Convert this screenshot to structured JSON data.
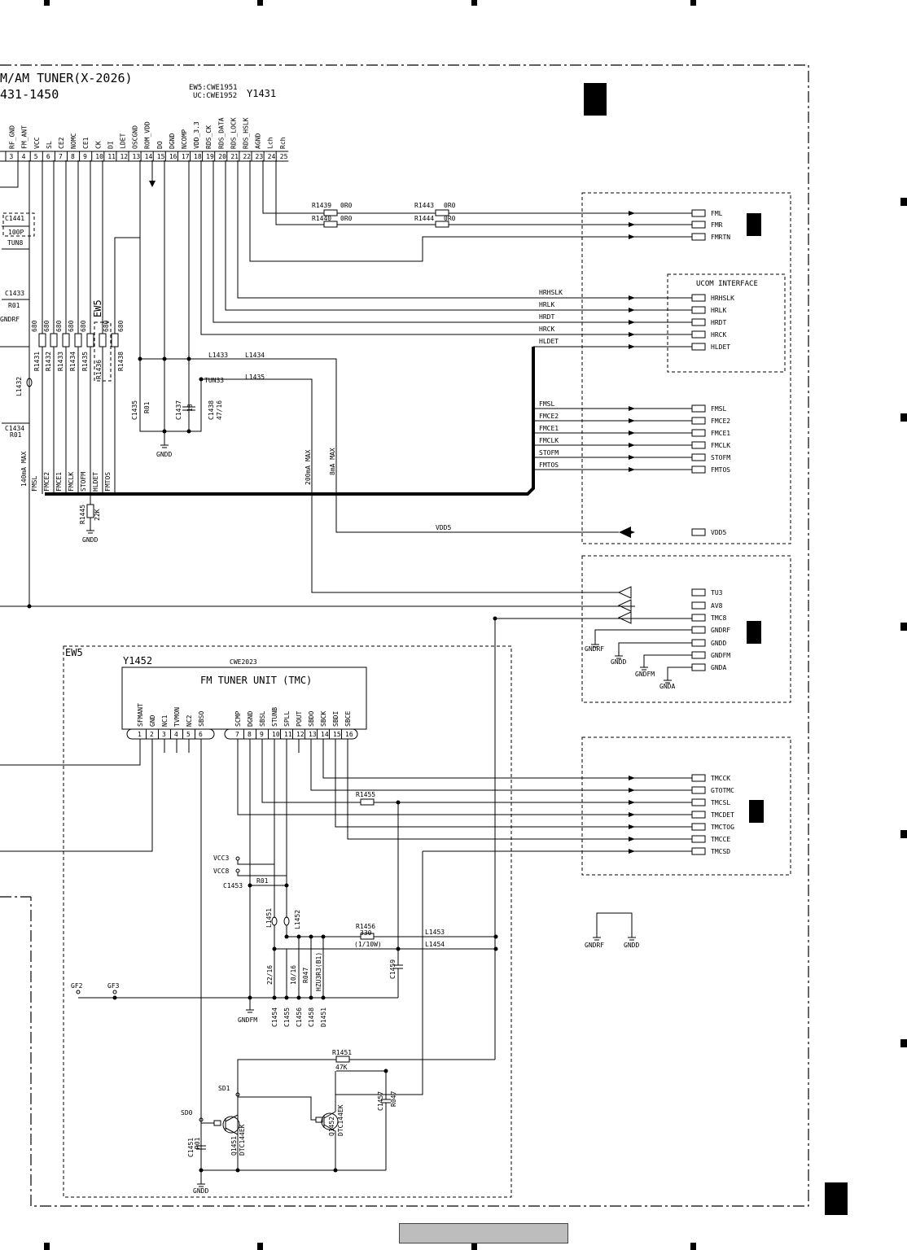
{
  "title": {
    "block": "M/AM TUNER(X-2026)",
    "range": "431-1450",
    "ew5": "EW5:CWE1951",
    "uc": "UC:CWE1952",
    "ref": "Y1431"
  },
  "tuner_pins": [
    {
      "num": "3",
      "name": "RF_GND"
    },
    {
      "num": "4",
      "name": "FM_ANT"
    },
    {
      "num": "5",
      "name": "VCC"
    },
    {
      "num": "6",
      "name": "SL"
    },
    {
      "num": "7",
      "name": "CE2"
    },
    {
      "num": "8",
      "name": "NOMC"
    },
    {
      "num": "9",
      "name": "CE1"
    },
    {
      "num": "10",
      "name": "CK"
    },
    {
      "num": "11",
      "name": "DI"
    },
    {
      "num": "12",
      "name": "LDET"
    },
    {
      "num": "13",
      "name": "OSCGND"
    },
    {
      "num": "14",
      "name": "ROM_VDD"
    },
    {
      "num": "15",
      "name": "DO"
    },
    {
      "num": "16",
      "name": "DGND"
    },
    {
      "num": "17",
      "name": "NCOMP"
    },
    {
      "num": "18",
      "name": "VDD_3.3"
    },
    {
      "num": "19",
      "name": "RDS_CK"
    },
    {
      "num": "20",
      "name": "RDS_DATA"
    },
    {
      "num": "21",
      "name": "RDS_LOCK"
    },
    {
      "num": "22",
      "name": "RDS_HSLK"
    },
    {
      "num": "23",
      "name": "AGND"
    },
    {
      "num": "24",
      "name": "Lch"
    },
    {
      "num": "25",
      "name": "Rch"
    }
  ],
  "components": {
    "r1439": "R1439",
    "r1439v": "0R0",
    "r1440": "R1440",
    "r1440v": "0R0",
    "r1443": "R1443",
    "r1443v": "0R0",
    "r1444": "R1444",
    "r1444v": "0R0",
    "c1441": "C1441",
    "c1441v": "100P",
    "tun8": "TUN8",
    "c1433": "C1433",
    "c1433v": "R01",
    "gndrf": "GNDRF",
    "r680": "680",
    "ew5": "EW5",
    "r1431": "R1431",
    "r1432": "R1432",
    "r1433": "R1433",
    "r1434": "R1434",
    "r1435": "R1435",
    "r1436": "R1436",
    "r1438": "R1438",
    "l1432": "L1432",
    "c1434": "C1434",
    "c1434v": "R01",
    "l1433": "L1433",
    "l1434": "L1434",
    "l1435": "L1435",
    "tun33": "TUN33",
    "c1435": "C1435",
    "c1435v": "R01",
    "c1437": "C1437",
    "c1437v": "10",
    "c1438": "C1438",
    "c1438v": "47/16",
    "gndd": "GNDD",
    "i200": "200mA MAX",
    "i8": "8mA MAX",
    "i140": "140mA MAX",
    "r1445": "R1445",
    "r1445v": "22K"
  },
  "left_bus": [
    "FMSL",
    "FMCE2",
    "FMCE1",
    "FMCLK",
    "STOFM",
    "HLDET",
    "FMTOS"
  ],
  "nets": {
    "hrhslk": "HRHSLK",
    "hrlk": "HRLK",
    "hrdt": "HRDT",
    "hrck": "HRCK",
    "hldet": "HLDET",
    "fmsl": "FMSL",
    "fmce2": "FMCE2",
    "fmce1": "FMCE1",
    "fmclk": "FMCLK",
    "stofm": "STOFM",
    "fmtos": "FMTOS",
    "vdd5": "VDD5"
  },
  "connector1": {
    "pins": [
      "FML",
      "FMR",
      "FMRTN"
    ]
  },
  "ucom": {
    "title": "UCOM INTERFACE",
    "pins": [
      "HRHSLK",
      "HRLK",
      "HRDT",
      "HRCK",
      "HLDET"
    ]
  },
  "connector1b": {
    "pins": [
      "FMSL",
      "FMCE2",
      "FMCE1",
      "FMCLK",
      "STOFM",
      "FMTOS",
      "VDD5"
    ]
  },
  "connector2": {
    "pins": [
      "TU3",
      "AV8",
      "TMC8",
      "GNDRF",
      "GNDD",
      "GNDFM",
      "GNDA"
    ],
    "grounds": [
      "GNDRF",
      "GNDD",
      "GNDFM",
      "GNDA"
    ]
  },
  "connector3": {
    "pins": [
      "TMCCK",
      "GTOTMC",
      "TMCSL",
      "TMCDET",
      "TMCTOG",
      "TMCCE",
      "TMCSD"
    ]
  },
  "standalone_grounds": [
    "GNDRF",
    "GNDD"
  ],
  "tmc": {
    "frame": "EW5",
    "ref": "Y1452",
    "part": "CWE2023",
    "title": "FM TUNER UNIT (TMC)",
    "pins": [
      {
        "num": "1",
        "name": "SFMANT"
      },
      {
        "num": "2",
        "name": "GND"
      },
      {
        "num": "3",
        "name": "NC1"
      },
      {
        "num": "4",
        "name": "TVMON"
      },
      {
        "num": "5",
        "name": "NC2"
      },
      {
        "num": "6",
        "name": "SBSO"
      },
      {
        "num": "7",
        "name": "SCMP"
      },
      {
        "num": "8",
        "name": "DGND"
      },
      {
        "num": "9",
        "name": "SBSL"
      },
      {
        "num": "10",
        "name": "STUNB"
      },
      {
        "num": "11",
        "name": "SPLL"
      },
      {
        "num": "12",
        "name": "POUT"
      },
      {
        "num": "13",
        "name": "SBDO"
      },
      {
        "num": "14",
        "name": "SBCK"
      },
      {
        "num": "15",
        "name": "SBDI"
      },
      {
        "num": "16",
        "name": "SBCE"
      }
    ]
  },
  "tmc_parts": {
    "r1455": "R1455",
    "vcc3": "VCC3",
    "vcc8": "VCC8",
    "c1453": "C1453",
    "c1453v": "R01",
    "l1451": "L1451",
    "l1452": "L1452",
    "r1456": "R1456",
    "r1456v": "330",
    "r1456w": "(1/10W)",
    "l1453": "L1453",
    "l1454": "L1454",
    "c1459": "C1459",
    "cv2216": "22/16",
    "cv1016": "10/16",
    "r047": "R047",
    "dz": "HZU3R3(B1)",
    "c1454": "C1454",
    "c1455": "C1455",
    "c1456": "C1456",
    "c1458": "C1458",
    "d1451": "D1451",
    "gf2": "GF2",
    "gf3": "GF3",
    "gndfm": "GNDFM",
    "r1451": "R1451",
    "r1451v": "47K",
    "sd1": "SD1",
    "sd0": "SD0",
    "c1457": "C1457",
    "c1457v": "R047",
    "q1452": "Q1452",
    "q1452t": "DTC144EK",
    "q1451": "Q1451",
    "q1451t": "DTC144EK",
    "c1451": "C1451",
    "c1451v": "R01",
    "gndd": "GNDD"
  }
}
